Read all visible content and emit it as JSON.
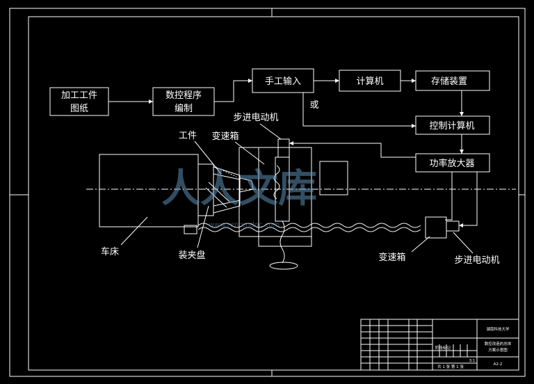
{
  "flow": {
    "drawing": "加工工件图纸",
    "drawing_l1": "加工工件",
    "drawing_l2": "图纸",
    "program": "数控程序编制",
    "program_l1": "数控程序",
    "program_l2": "编制",
    "manual_input": "手工输入",
    "computer": "计算机",
    "storage": "存储装置",
    "control_computer": "控制计算机",
    "amplifier": "功率放大器",
    "or": "或"
  },
  "machine": {
    "stepper_top": "步进电动机",
    "gearbox_top": "变速箱",
    "workpiece": "工件",
    "lathe": "车床",
    "chuck": "装夹盘",
    "gearbox_bottom": "变速箱",
    "stepper_bottom": "步进电动机"
  },
  "title_block": {
    "university": "湖南科技大学",
    "title_l1": "数控改造的总体",
    "title_l2": "方案示意图",
    "drawing_no": "A2-2",
    "scale": "3:1",
    "sheet": "共 1 张 第 1 张",
    "stage_label": "阶段标记"
  },
  "watermark": {
    "text": "人人文库",
    "url": "www.renrendoc.com"
  }
}
